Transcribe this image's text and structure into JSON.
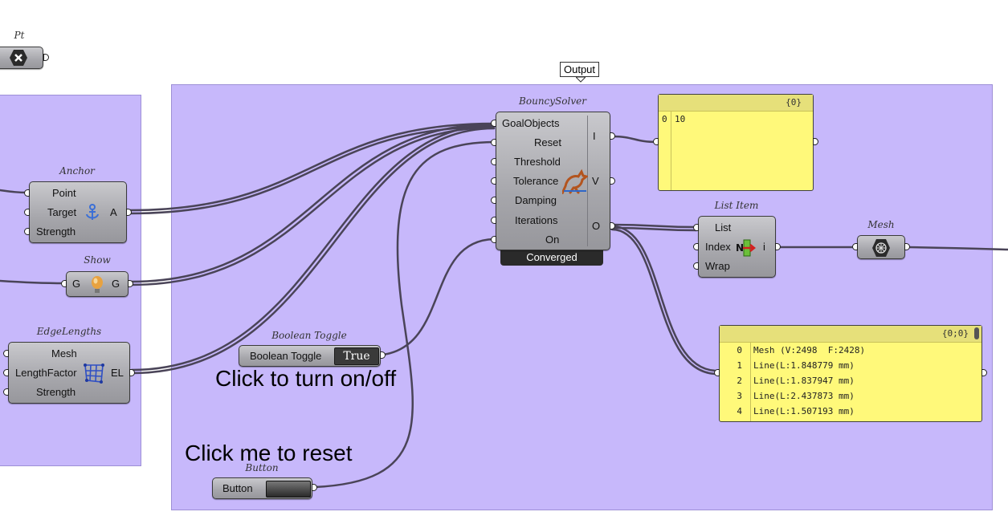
{
  "canvas": {
    "pt_title": "Pt",
    "output_tooltip": "Output",
    "instructions": {
      "toggle_hint": "Click to turn on/off",
      "reset_hint": "Click me to reset"
    }
  },
  "anchor": {
    "title": "Anchor",
    "inputs": [
      "Point",
      "Target",
      "Strength"
    ],
    "output": "A"
  },
  "show": {
    "title": "Show",
    "input": "G",
    "output": "G"
  },
  "edge_lengths": {
    "title": "EdgeLengths",
    "inputs": [
      "Mesh",
      "LengthFactor",
      "Strength"
    ],
    "output": "EL"
  },
  "boolean_toggle": {
    "title": "Boolean Toggle",
    "label": "Boolean Toggle",
    "value": "True"
  },
  "button": {
    "title": "Button",
    "label": "Button"
  },
  "solver": {
    "title": "BouncySolver",
    "inputs": [
      "GoalObjects",
      "Reset",
      "Threshold",
      "Tolerance",
      "Damping",
      "Iterations",
      "On"
    ],
    "outputs": [
      "I",
      "V",
      "O"
    ],
    "status": "Converged"
  },
  "iter_panel": {
    "path": "{0}",
    "rows": [
      {
        "index": "0",
        "value": "10"
      }
    ]
  },
  "list_item": {
    "title": "List Item",
    "inputs": [
      "List",
      "Index",
      "Wrap"
    ],
    "output": "i"
  },
  "mesh_param": {
    "title": "Mesh"
  },
  "output_panel": {
    "path": "{0;0}",
    "rows": [
      {
        "index": "0",
        "value": "Mesh (V:2498  F:2428)"
      },
      {
        "index": "1",
        "value": "Line(L:1.848779 mm)"
      },
      {
        "index": "2",
        "value": "Line(L:1.837947 mm)"
      },
      {
        "index": "3",
        "value": "Line(L:2.437873 mm)"
      },
      {
        "index": "4",
        "value": "Line(L:1.507193 mm)"
      }
    ]
  },
  "colors": {
    "group_fill": "#c7b8fb",
    "panel_fill": "#fff97a",
    "wire": "#4a4458",
    "component": "#a6a6ab"
  },
  "icons": {
    "pt": "point-x-icon",
    "anchor": "anchor-icon",
    "show": "lightbulb-icon",
    "edge_lengths": "mesh-net-icon",
    "solver": "kangaroo-icon",
    "list_item": "list-item-icon",
    "mesh": "mesh-sphere-icon"
  }
}
